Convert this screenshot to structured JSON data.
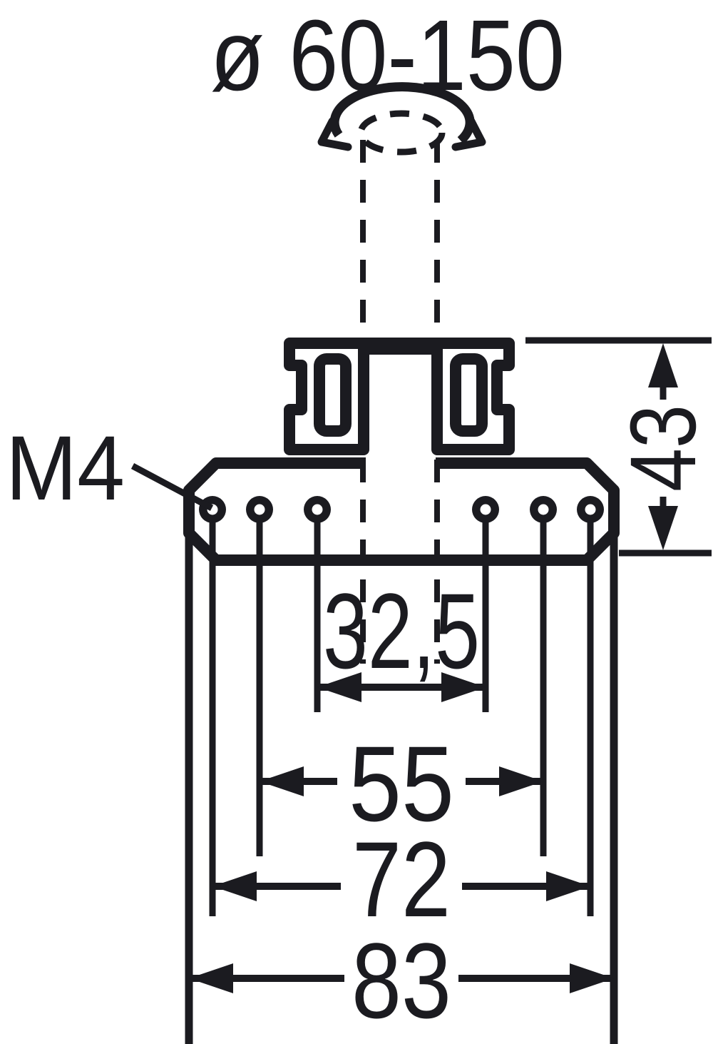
{
  "drawing": {
    "title": "ø 60-150",
    "thread_label": "M4",
    "dimensions": {
      "hole_spacing_inner": "32,5",
      "hole_spacing_middle": "55",
      "hole_spacing_outer": "72",
      "plate_width": "83",
      "bracket_height": "43"
    },
    "colors": {
      "ink": "#1b1b20",
      "background": "#ffffff"
    },
    "icons": {
      "rotation_arrows": "curved double-headed arrow around pole",
      "pole_centerline": "dashed vertical centerlines",
      "dimension_arrow": "filled triangular arrowhead"
    }
  }
}
